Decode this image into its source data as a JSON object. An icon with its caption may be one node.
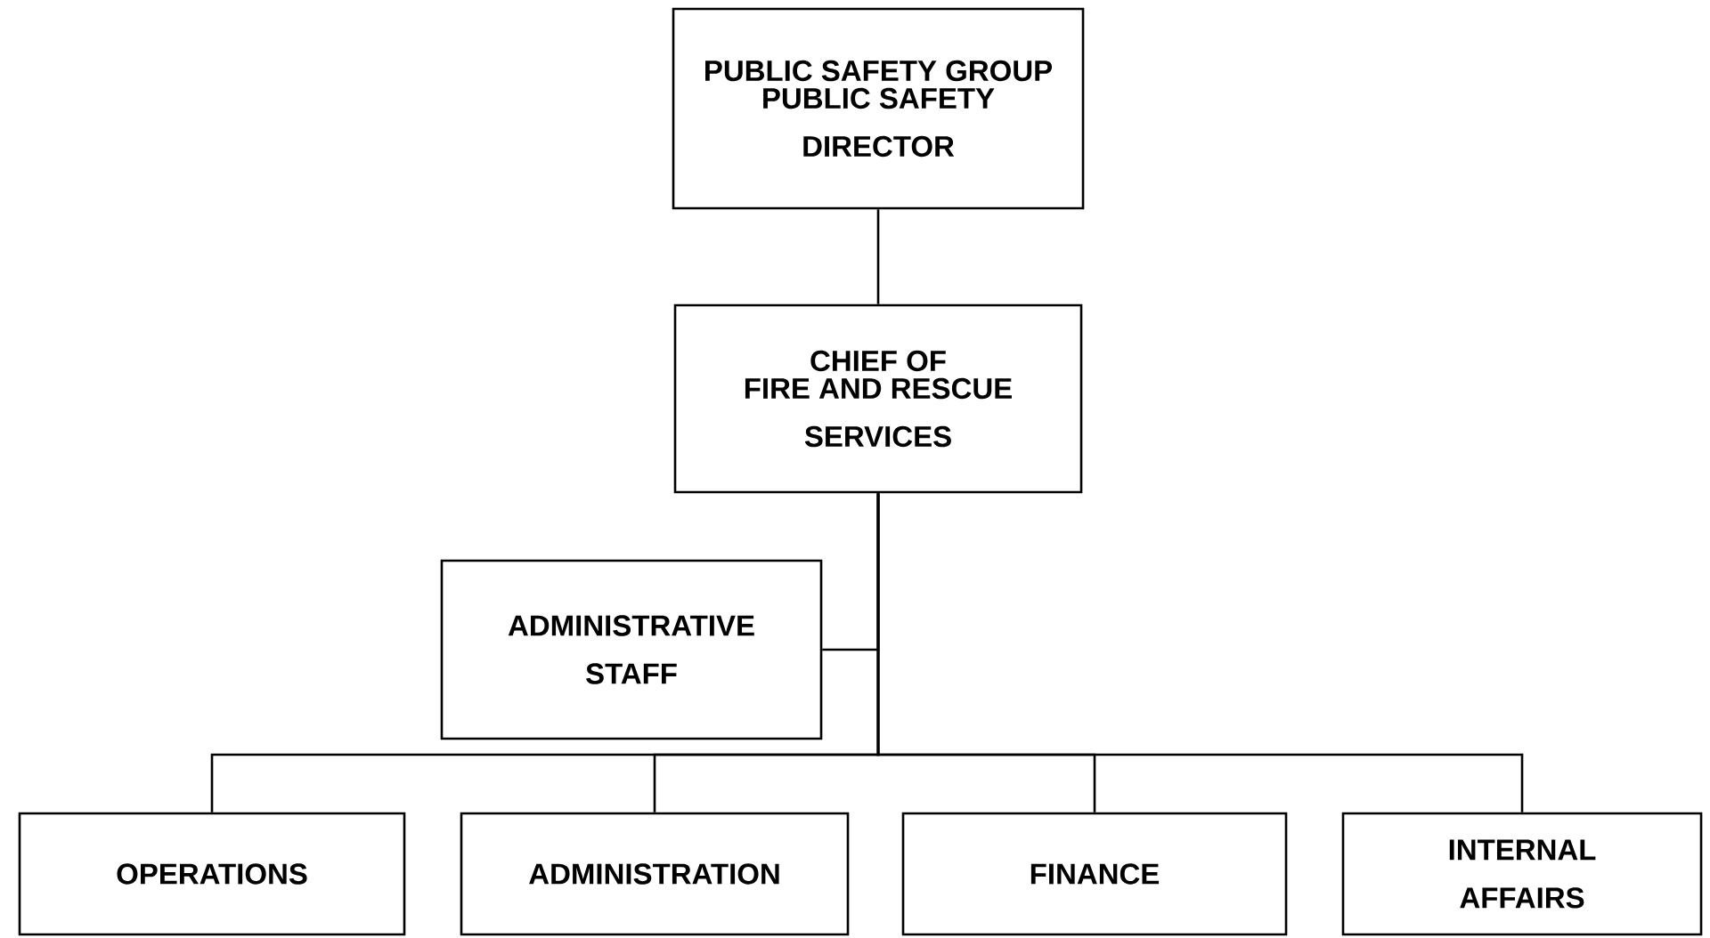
{
  "diagram": {
    "nodes": [
      {
        "text": [
          "PUBLIC SAFETY GROUP",
          "PUBLIC SAFETY DIRECTOR"
        ]
      },
      {
        "text": [
          "CHIEF OF",
          "FIRE AND RESCUE SERVICES"
        ]
      },
      {
        "text": [
          "ADMINISTRATIVE STAFF"
        ]
      },
      {
        "text": [
          "OPERATIONS"
        ]
      },
      {
        "text": [
          "ADMINISTRATION"
        ]
      },
      {
        "text": [
          "FINANCE"
        ]
      },
      {
        "text": [
          "INTERNAL AFFAIRS"
        ]
      }
    ],
    "edges": [
      {
        "from": 0,
        "to": 1,
        "arrow": "none"
      },
      {
        "from": 1,
        "to": 2,
        "arrow": "none"
      },
      {
        "from": 1,
        "to": 3,
        "arrow": "none"
      },
      {
        "from": 1,
        "to": 4,
        "arrow": "none"
      },
      {
        "from": 1,
        "to": 5,
        "arrow": "none"
      },
      {
        "from": 1,
        "to": 6,
        "arrow": "none"
      }
    ]
  }
}
